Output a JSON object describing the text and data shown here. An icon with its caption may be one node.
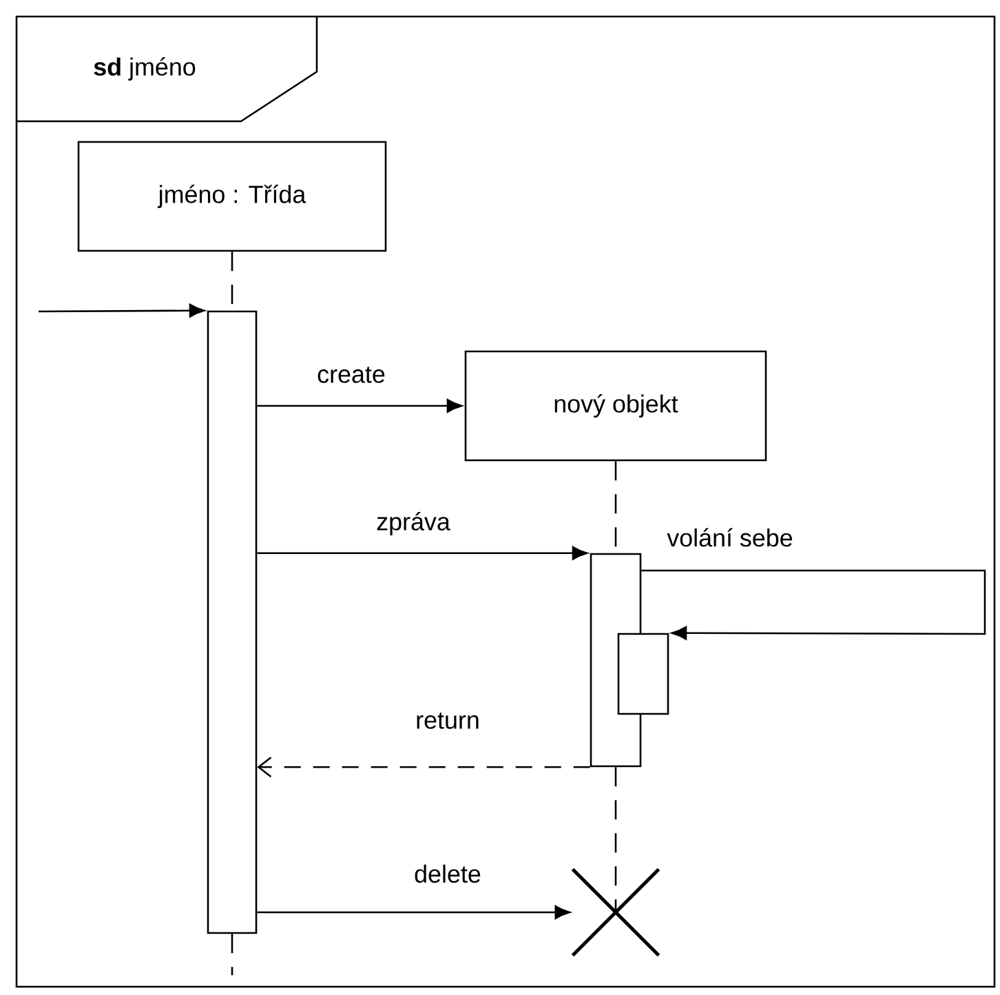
{
  "diagram": {
    "nodes": [
      {
        "text": [
          "**sd** jméno"
        ]
      },
      {
        "text": [
          "jméno : Třída"
        ],
        "in": 0
      },
      {
        "text": [],
        "shape": "bar",
        "in": 0
      },
      {
        "text": [
          "nový objekt"
        ],
        "in": 0
      },
      {
        "text": [],
        "shape": "bar",
        "in": 0
      },
      {
        "text": [],
        "shape": "bar",
        "in": 0
      },
      {
        "text": [],
        "shape": "cross",
        "in": 0
      }
    ],
    "edges": [
      {
        "from": null,
        "to": 2,
        "arrow": "to"
      },
      {
        "from": 2,
        "to": 3,
        "arrow": "to",
        "label": "create"
      },
      {
        "from": 2,
        "to": 4,
        "arrow": "to",
        "label": "zpráva"
      },
      {
        "from": 4,
        "to": 5,
        "arrow": "to",
        "label": "volání sebe"
      },
      {
        "from": 4,
        "to": 2,
        "arrow": "to",
        "label": "return",
        "style": "dashed"
      },
      {
        "from": 2,
        "to": 6,
        "arrow": "to",
        "label": "delete"
      },
      {
        "from": 1,
        "to": 2,
        "arrow": "none",
        "style": "dashed"
      },
      {
        "from": 3,
        "to": 4,
        "arrow": "none",
        "style": "dashed"
      },
      {
        "from": 4,
        "to": 6,
        "arrow": "none",
        "style": "dashed"
      },
      {
        "from": 2,
        "to": null,
        "arrow": "none",
        "style": "dashed"
      }
    ]
  }
}
